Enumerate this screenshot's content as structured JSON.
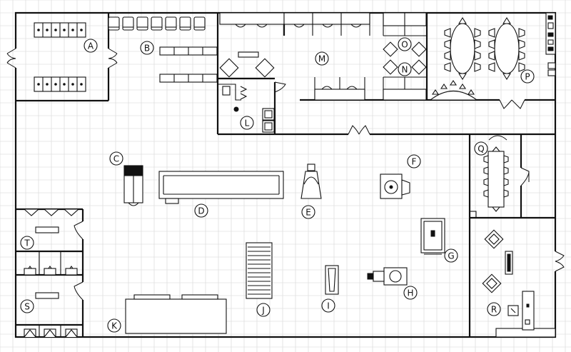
{
  "diagram": {
    "type": "floor-plan",
    "background_color": "#ffffff",
    "grid_color": "#d6d6d6",
    "line_color": "#111111",
    "labels": [
      "A",
      "B",
      "C",
      "D",
      "E",
      "F",
      "G",
      "H",
      "I",
      "J",
      "K",
      "L",
      "M",
      "N",
      "O",
      "P",
      "Q",
      "R",
      "S",
      "T"
    ]
  }
}
